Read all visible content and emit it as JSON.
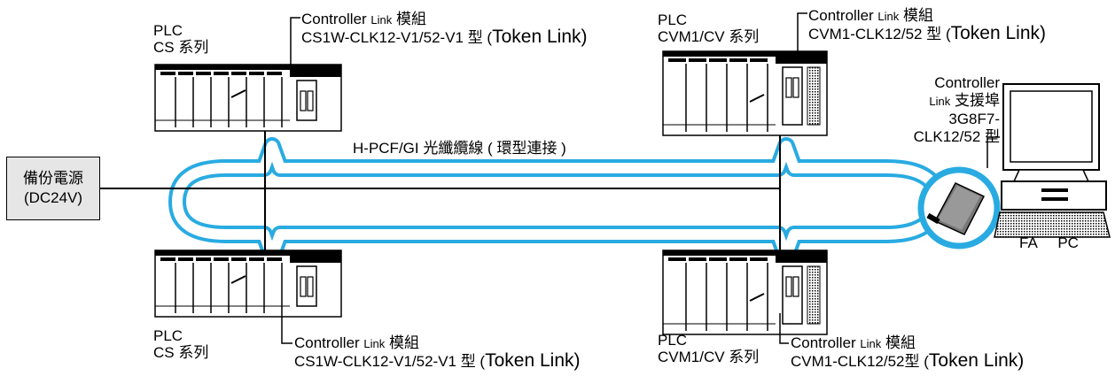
{
  "power_supply": {
    "line1": "備份電源",
    "line2": "(DC24V)"
  },
  "fiber_cable_label": "H-PCF/GI 光纖纜線 ( 環型連接 )",
  "plc_top_left": {
    "plc": "PLC",
    "series": "CS 系列"
  },
  "plc_bottom_left": {
    "plc": "PLC",
    "series": "CS 系列"
  },
  "plc_top_right": {
    "plc": "PLC",
    "series": "CVM1/CV 系列"
  },
  "plc_bottom_right": {
    "plc": "PLC",
    "series": "CVM1/CV 系列"
  },
  "module_top_left": {
    "prefix": "Controller ",
    "small": "Link",
    "suffix": " 模組",
    "model": "CS1W-CLK12-V1/52-V1 型 (",
    "token": "Token Link",
    "close": ")"
  },
  "module_bottom_left": {
    "prefix": "Controller ",
    "small": "Link",
    "suffix": " 模組",
    "model": "CS1W-CLK12-V1/52-V1 型 (",
    "token": "Token Link",
    "close": ")"
  },
  "module_top_right": {
    "prefix": "Controller ",
    "small": "Link",
    "suffix": " 模組",
    "model": "CVM1-CLK12/52 型 (",
    "token": "Token Link",
    "close": ")"
  },
  "module_bottom_right": {
    "prefix": "Controller  ",
    "small": "Link",
    "suffix": " 模組",
    "model": "CVM1-CLK12/52型 (",
    "token": "Token Link",
    "close": ")"
  },
  "support_board": {
    "line1": "Controller",
    "line2_small": "Link",
    "line2": " 支援埠",
    "line3": "3G8F7-",
    "line4": "CLK12/52 型"
  },
  "fa_pc": {
    "fa": "FA",
    "pc": "PC"
  },
  "colors": {
    "fiber": "#29abe2",
    "power_fill": "#e6e6e6",
    "rack_dark": "#000000"
  }
}
